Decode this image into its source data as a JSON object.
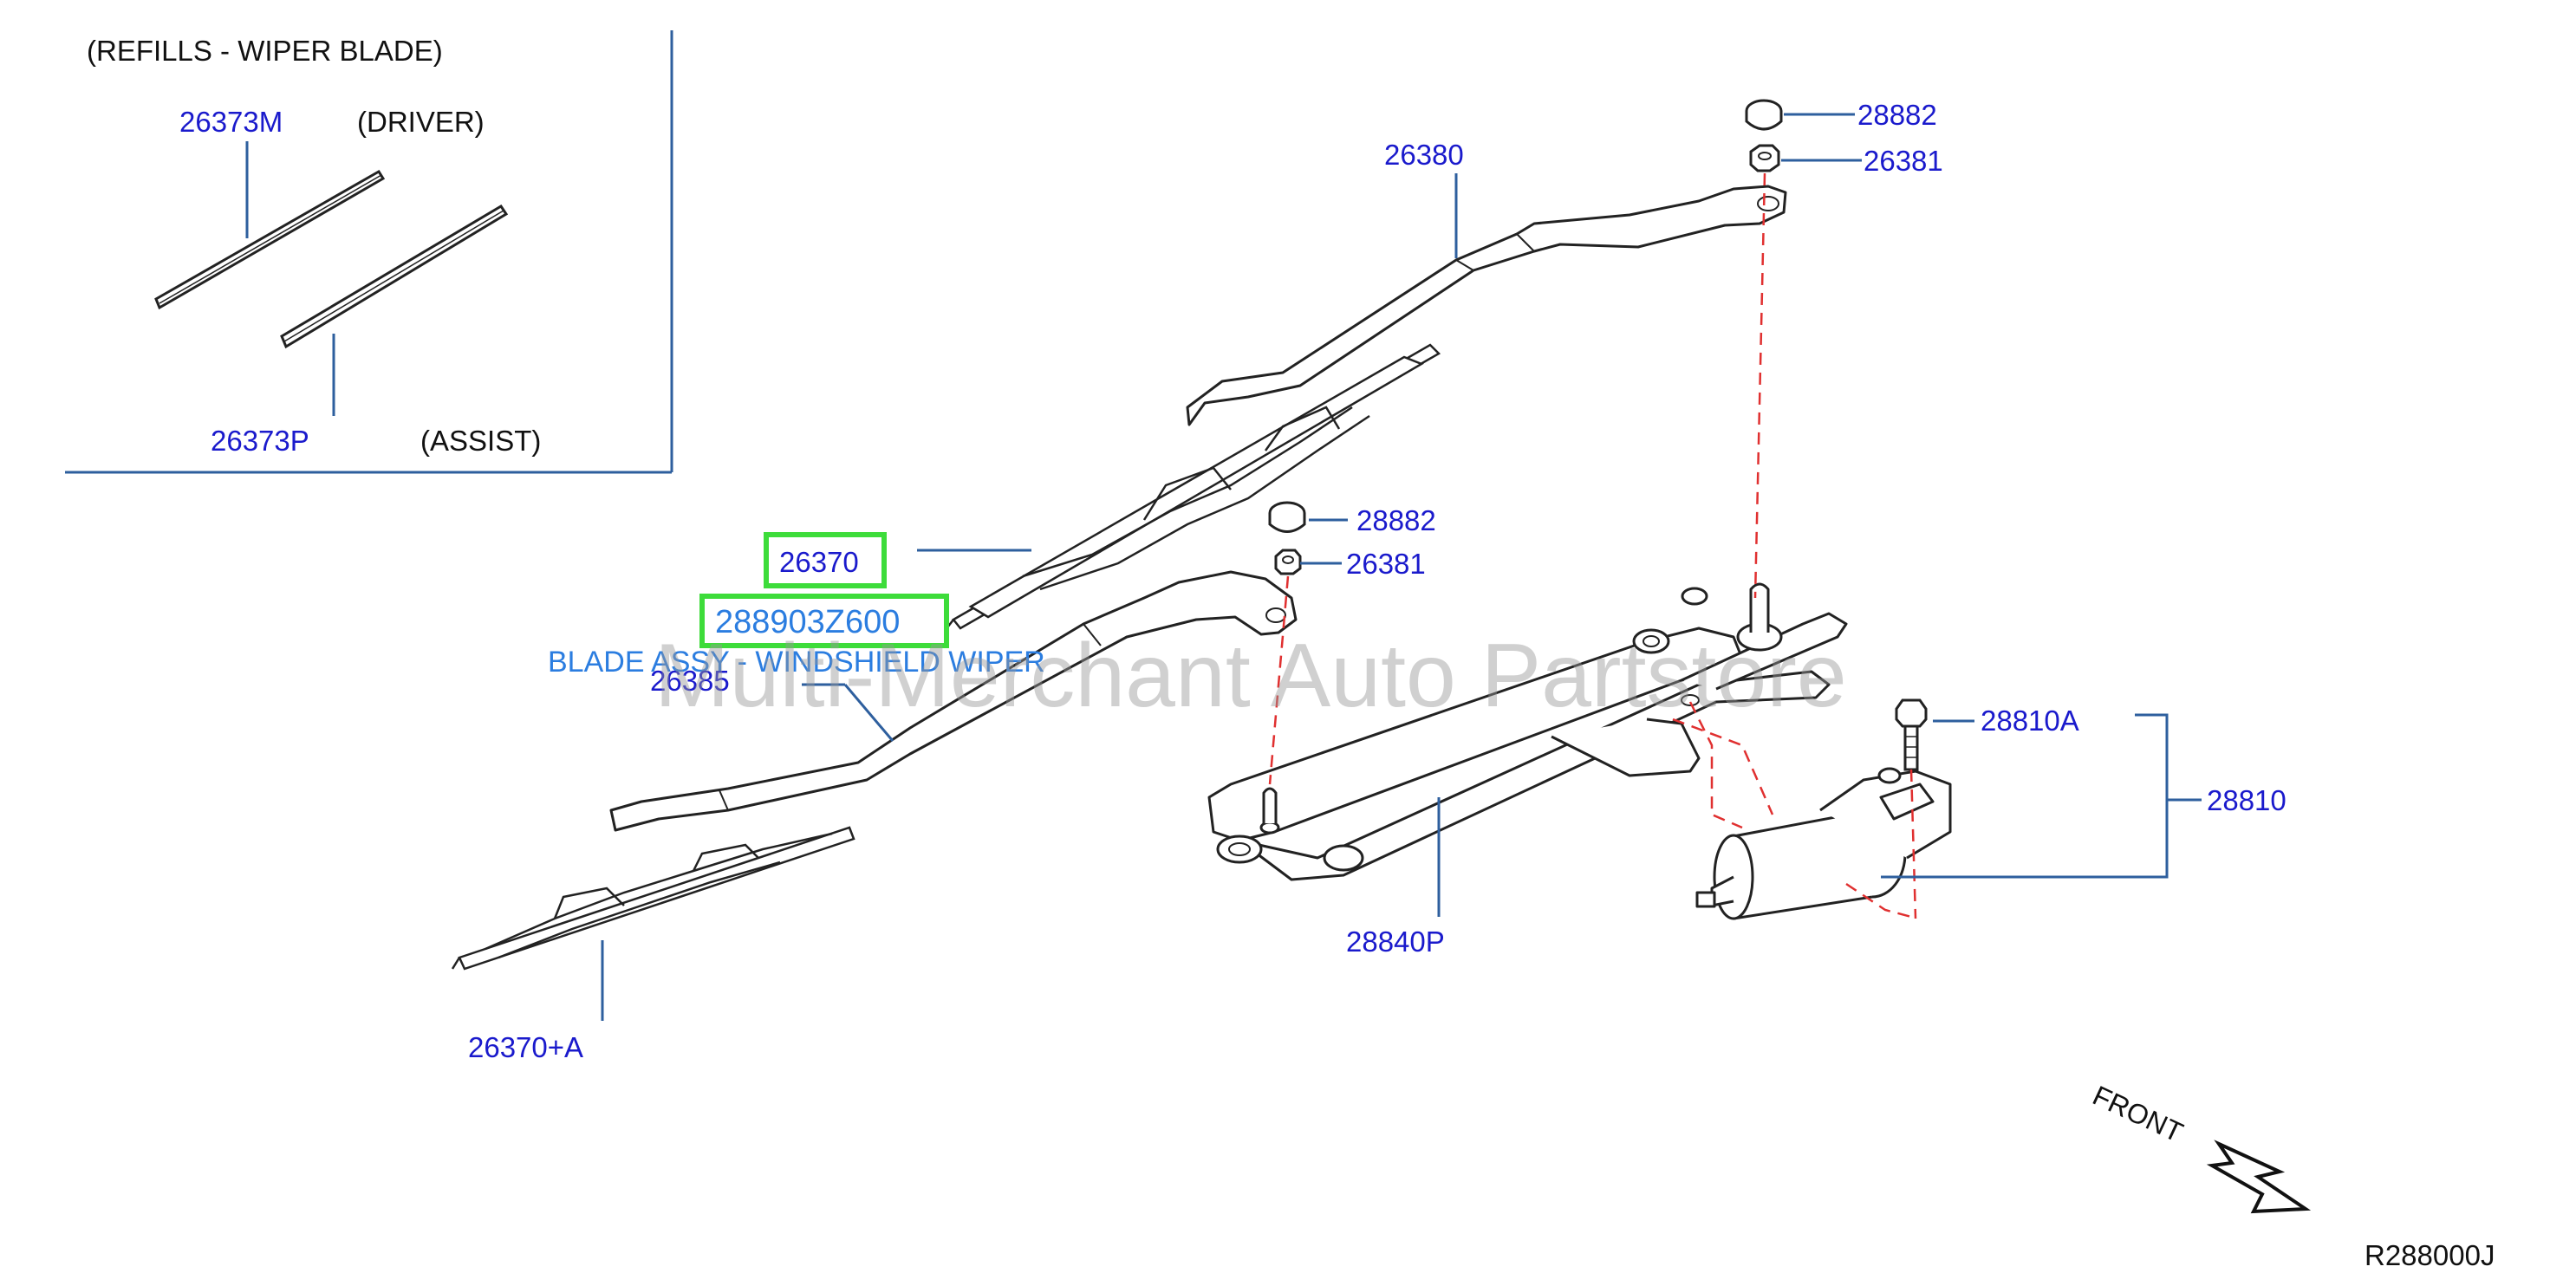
{
  "inset": {
    "title": "(REFILLS  -  WIPER  BLADE)",
    "driver_part": "26373M",
    "driver_label": "(DRIVER)",
    "assist_part": "26373P",
    "assist_label": "(ASSIST)"
  },
  "callouts": {
    "p28882_top": "28882",
    "p26381_top": "26381",
    "p26380": "26380",
    "p28882_mid": "28882",
    "p26381_mid": "26381",
    "p26370": "26370",
    "p288903z600": "288903Z600",
    "blade_desc": "BLADE ASSY - WINDSHIELD WIPER",
    "p26385": "26385",
    "p28810a": "28810A",
    "p28810": "28810",
    "p28840p": "28840P",
    "p26370a": "26370+A"
  },
  "front_label": "FRONT",
  "diagram_code": "R288000J",
  "watermark": "Multi-Merchant Auto Partstore",
  "colors": {
    "part_number": "#1a1acc",
    "highlight_box": "#3ddc3a",
    "link_text": "#2b7de0",
    "leader": "#2e5f9e",
    "phantom": "#e03030",
    "watermark": "rgba(150,150,150,0.45)",
    "drawing": "#222222"
  }
}
